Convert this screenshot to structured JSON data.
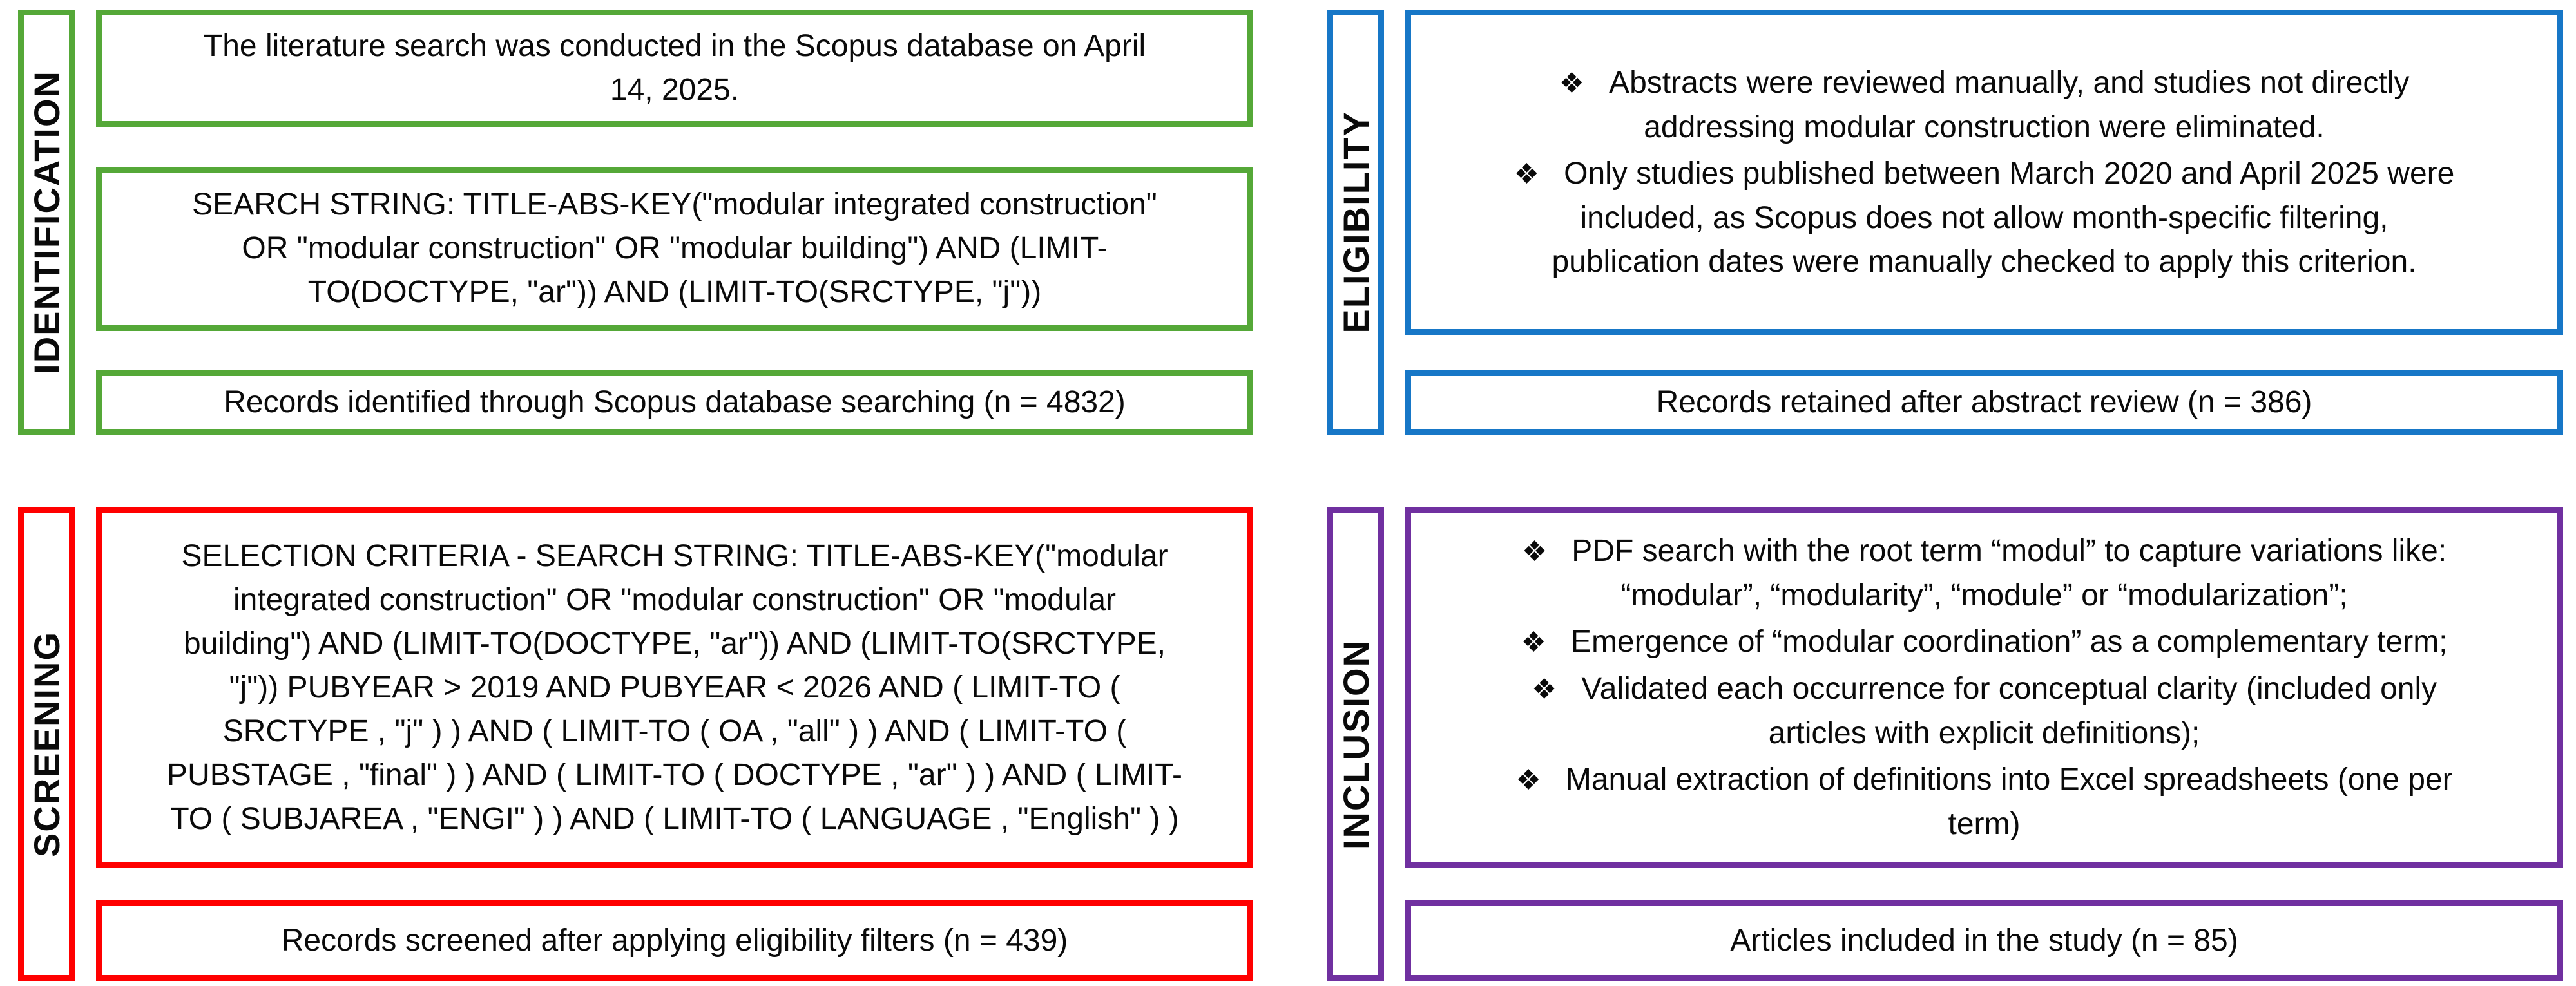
{
  "diagram": {
    "bullet_icon": "❖",
    "colors": {
      "identification": "#55A838",
      "eligibility": "#1777C7",
      "screening": "#FF0000",
      "inclusion": "#7030A0",
      "text": "#0A0A0A",
      "background": "#FFFFFF"
    },
    "quadrants": {
      "identification": {
        "label": "IDENTIFICATION",
        "color": "#55A838",
        "boxes": {
          "intro": "The literature search was conducted in the Scopus database on April\n14, 2025.",
          "search_string": "SEARCH STRING: TITLE-ABS-KEY(\"modular integrated construction\"\nOR \"modular construction\" OR \"modular building\") AND (LIMIT-\nTO(DOCTYPE, \"ar\")) AND (LIMIT-TO(SRCTYPE, \"j\"))",
          "result": "Records identified through Scopus database searching (n = 4832)"
        }
      },
      "eligibility": {
        "label": "ELIGIBILITY",
        "color": "#1777C7",
        "boxes": {
          "criteria": [
            "Abstracts were reviewed manually, and studies not directly\naddressing modular construction were eliminated.",
            "Only studies published between March 2020 and April 2025 were\nincluded, as Scopus does not allow month-specific filtering,\npublication dates were manually checked to apply this criterion."
          ],
          "result": "Records retained after abstract review (n = 386)"
        }
      },
      "screening": {
        "label": "SCREENING",
        "color": "#FF0000",
        "boxes": {
          "search_string": "SELECTION CRITERIA - SEARCH STRING: TITLE-ABS-KEY(\"modular\nintegrated construction\" OR \"modular construction\" OR \"modular\nbuilding\") AND (LIMIT-TO(DOCTYPE, \"ar\")) AND (LIMIT-TO(SRCTYPE,\n\"j\")) PUBYEAR > 2019 AND PUBYEAR < 2026 AND ( LIMIT-TO (\nSRCTYPE , \"j\" ) ) AND ( LIMIT-TO ( OA , \"all\" ) ) AND ( LIMIT-TO (\nPUBSTAGE , \"final\" ) ) AND ( LIMIT-TO ( DOCTYPE , \"ar\" ) ) AND ( LIMIT-\nTO ( SUBJAREA , \"ENGI\" ) ) AND ( LIMIT-TO ( LANGUAGE , \"English\" ) )",
          "result": "Records screened after applying eligibility filters (n = 439)"
        }
      },
      "inclusion": {
        "label": "INCLUSION",
        "color": "#7030A0",
        "boxes": {
          "criteria": [
            "PDF search with the root term “modul” to capture variations like:\n“modular”, “modularity”, “module” or “modularization”;",
            "Emergence of “modular coordination” as a complementary term;",
            "Validated each occurrence for conceptual clarity (included only\narticles with explicit definitions);",
            "Manual extraction of definitions into Excel spreadsheets (one per\nterm)"
          ],
          "result": "Articles included in the study (n = 85)"
        }
      }
    }
  }
}
